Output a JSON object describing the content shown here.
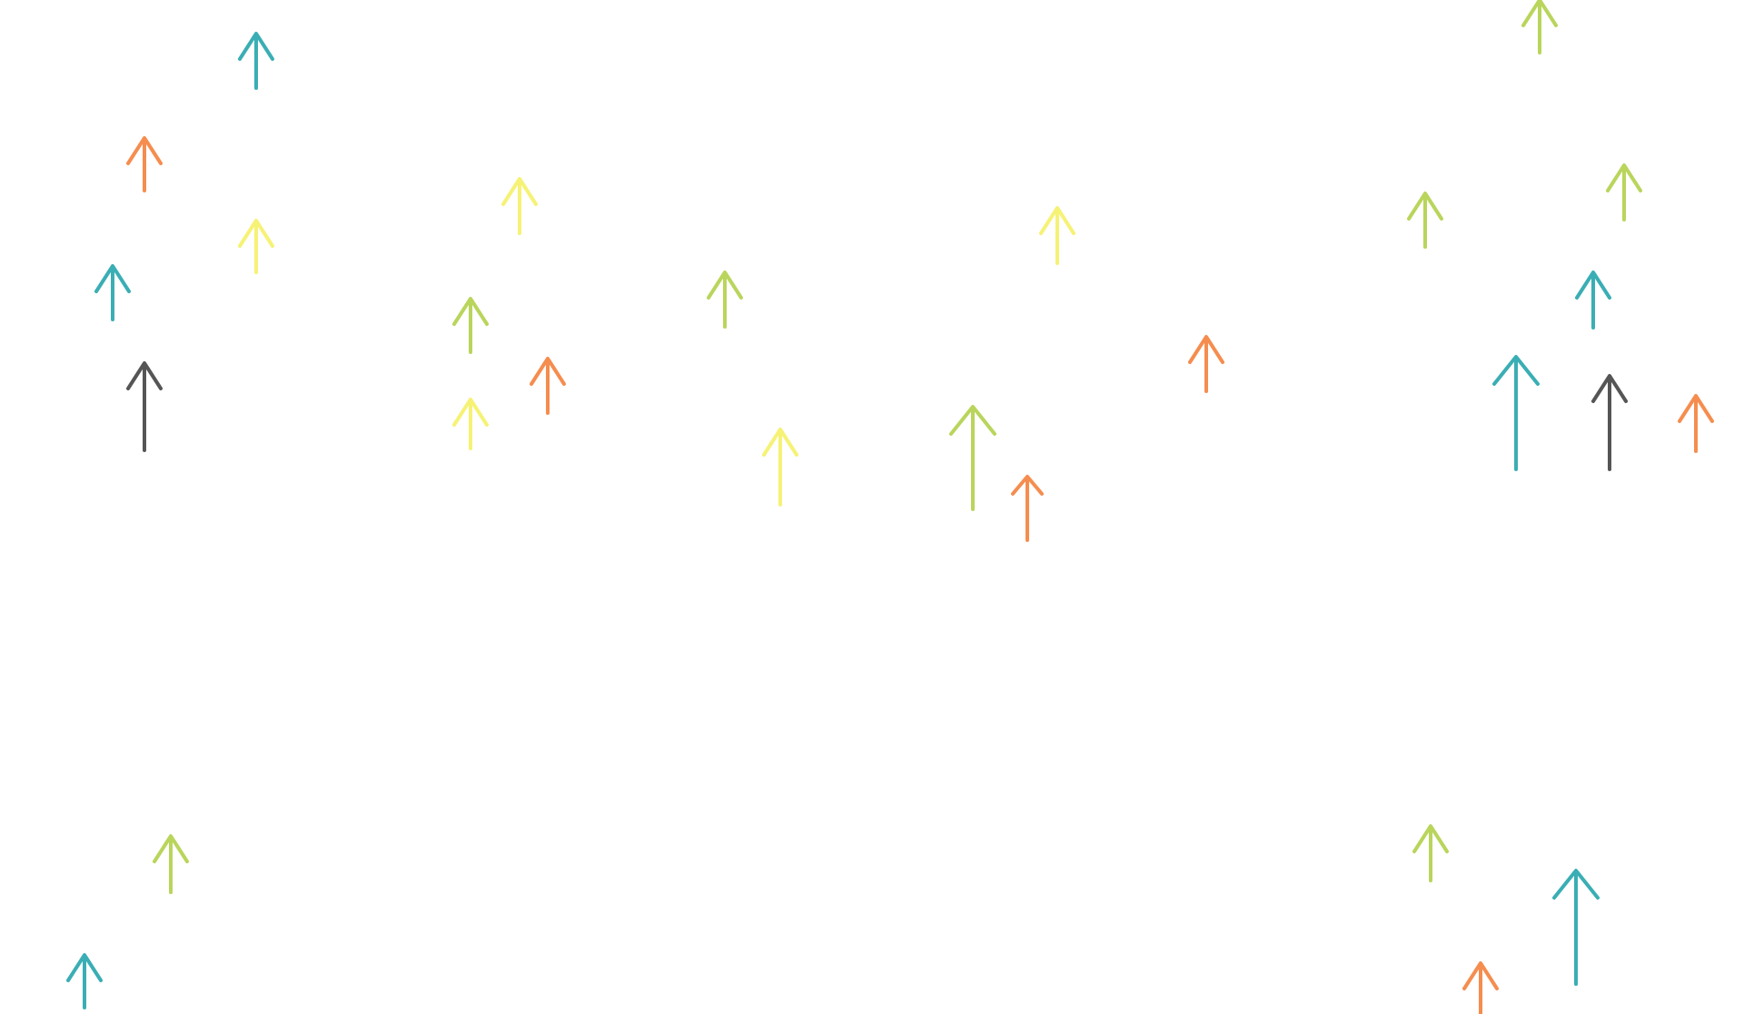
{
  "palette": {
    "teal": "#3aaeb4",
    "orange": "#f58d4f",
    "yellow": "#f6f275",
    "green": "#b9d55c",
    "gray": "#555555",
    "background": "#ffffff"
  },
  "arrows": [
    {
      "color": "teal",
      "icon": "up-arrow-icon"
    },
    {
      "color": "orange",
      "icon": "up-arrow-icon"
    },
    {
      "color": "yellow",
      "icon": "up-arrow-icon"
    },
    {
      "color": "teal",
      "icon": "up-arrow-icon"
    },
    {
      "color": "gray",
      "icon": "up-arrow-icon"
    },
    {
      "color": "yellow",
      "icon": "up-arrow-icon"
    },
    {
      "color": "green",
      "icon": "up-arrow-icon"
    },
    {
      "color": "orange",
      "icon": "up-arrow-icon"
    },
    {
      "color": "yellow",
      "icon": "up-arrow-icon"
    },
    {
      "color": "green",
      "icon": "up-arrow-icon"
    },
    {
      "color": "yellow",
      "icon": "up-arrow-icon"
    },
    {
      "color": "green",
      "icon": "up-arrow-icon"
    },
    {
      "color": "orange",
      "icon": "up-arrow-icon"
    },
    {
      "color": "yellow",
      "icon": "up-arrow-icon"
    },
    {
      "color": "orange",
      "icon": "up-arrow-icon"
    },
    {
      "color": "green",
      "icon": "up-arrow-icon"
    },
    {
      "color": "green",
      "icon": "up-arrow-icon"
    },
    {
      "color": "green",
      "icon": "up-arrow-icon"
    },
    {
      "color": "teal",
      "icon": "up-arrow-icon"
    },
    {
      "color": "teal",
      "icon": "up-arrow-icon"
    },
    {
      "color": "gray",
      "icon": "up-arrow-icon"
    },
    {
      "color": "orange",
      "icon": "up-arrow-icon"
    },
    {
      "color": "green",
      "icon": "up-arrow-icon"
    },
    {
      "color": "teal",
      "icon": "up-arrow-icon"
    },
    {
      "color": "green",
      "icon": "up-arrow-icon"
    },
    {
      "color": "teal",
      "icon": "up-arrow-icon"
    },
    {
      "color": "orange",
      "icon": "up-arrow-icon"
    }
  ]
}
